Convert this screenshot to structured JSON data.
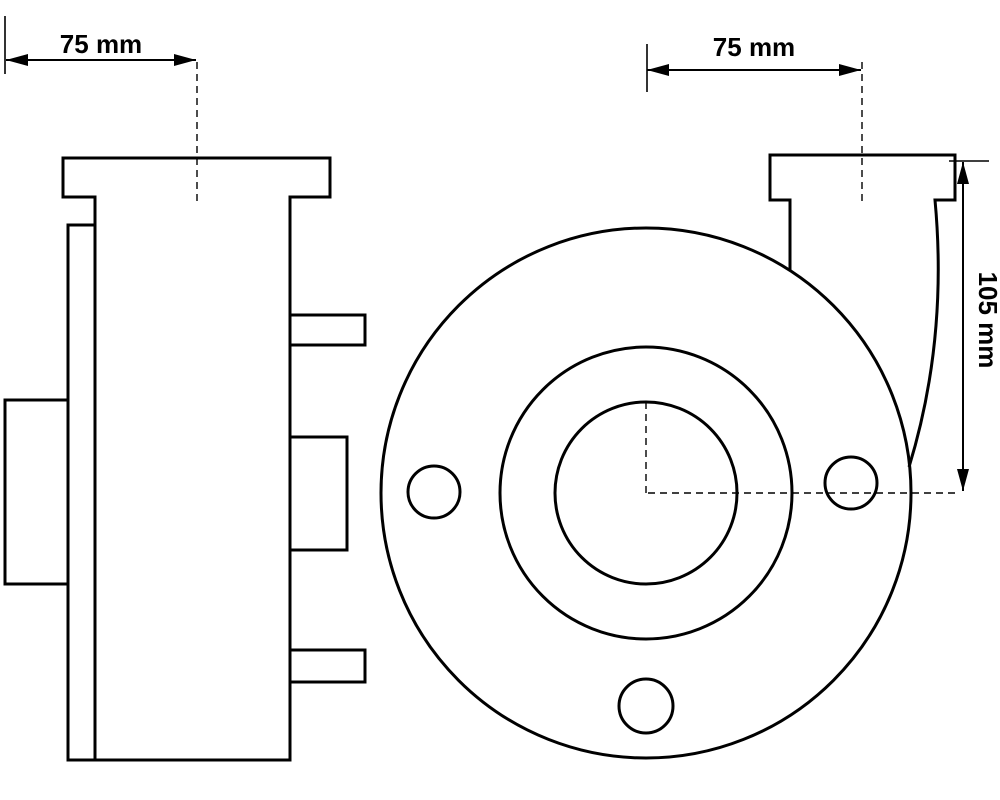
{
  "drawing": {
    "kind": "technical-dimension-drawing",
    "colors": {
      "background": "#ffffff",
      "line": "#000000"
    },
    "dimensions": {
      "side_width": {
        "label": "75 mm"
      },
      "front_offset": {
        "label": "75 mm"
      },
      "front_height": {
        "label": "105 mm"
      }
    }
  }
}
